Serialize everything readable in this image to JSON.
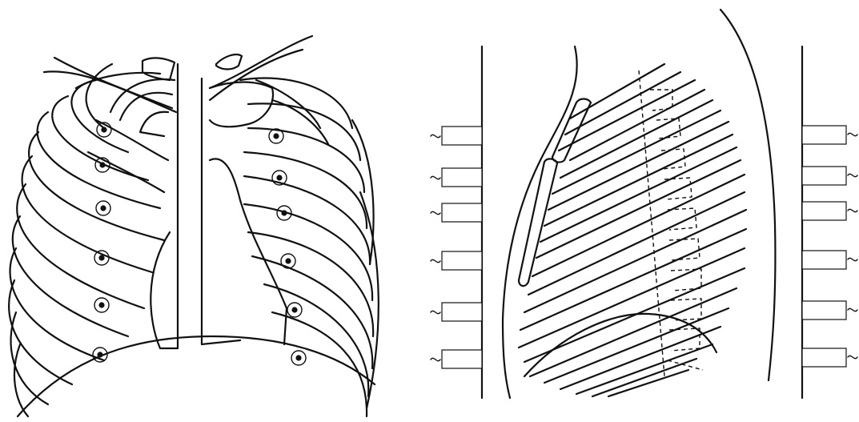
{
  "figure": {
    "panels": [
      "frontal-chest-radiograph-diagram",
      "lateral-chest-radiograph-diagram"
    ],
    "colors": {
      "line": "#111111",
      "background": "#ffffff"
    },
    "frontal_marker_count": 12,
    "lateral_box_count_per_side": 6
  }
}
